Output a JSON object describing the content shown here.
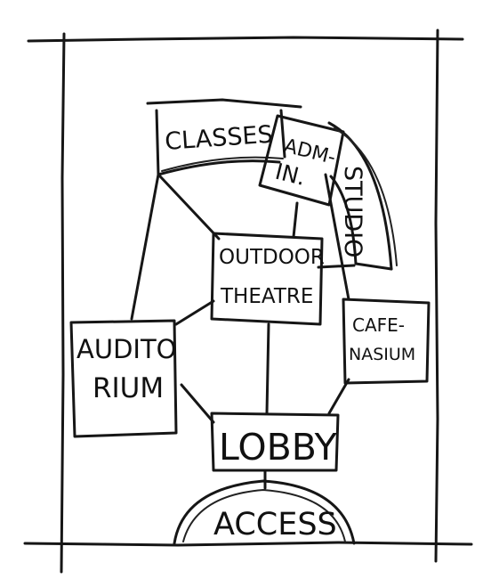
{
  "nodes": {
    "classes": "CLASSES",
    "admin_line1": "ADM-",
    "admin_line2": "IN.",
    "studio": "STUDIO",
    "outdoor_line1": "OUTDOOR",
    "outdoor_line2": "THEATRE",
    "cafe_line1": "CAFE-",
    "cafe_line2": "NASIUM",
    "auditorium_line1": "AUDITO",
    "auditorium_line2": "RIUM",
    "lobby": "LOBBY",
    "access": "ACCESS"
  },
  "colors": {
    "ink": "#161616",
    "paper": "#ffffff"
  }
}
